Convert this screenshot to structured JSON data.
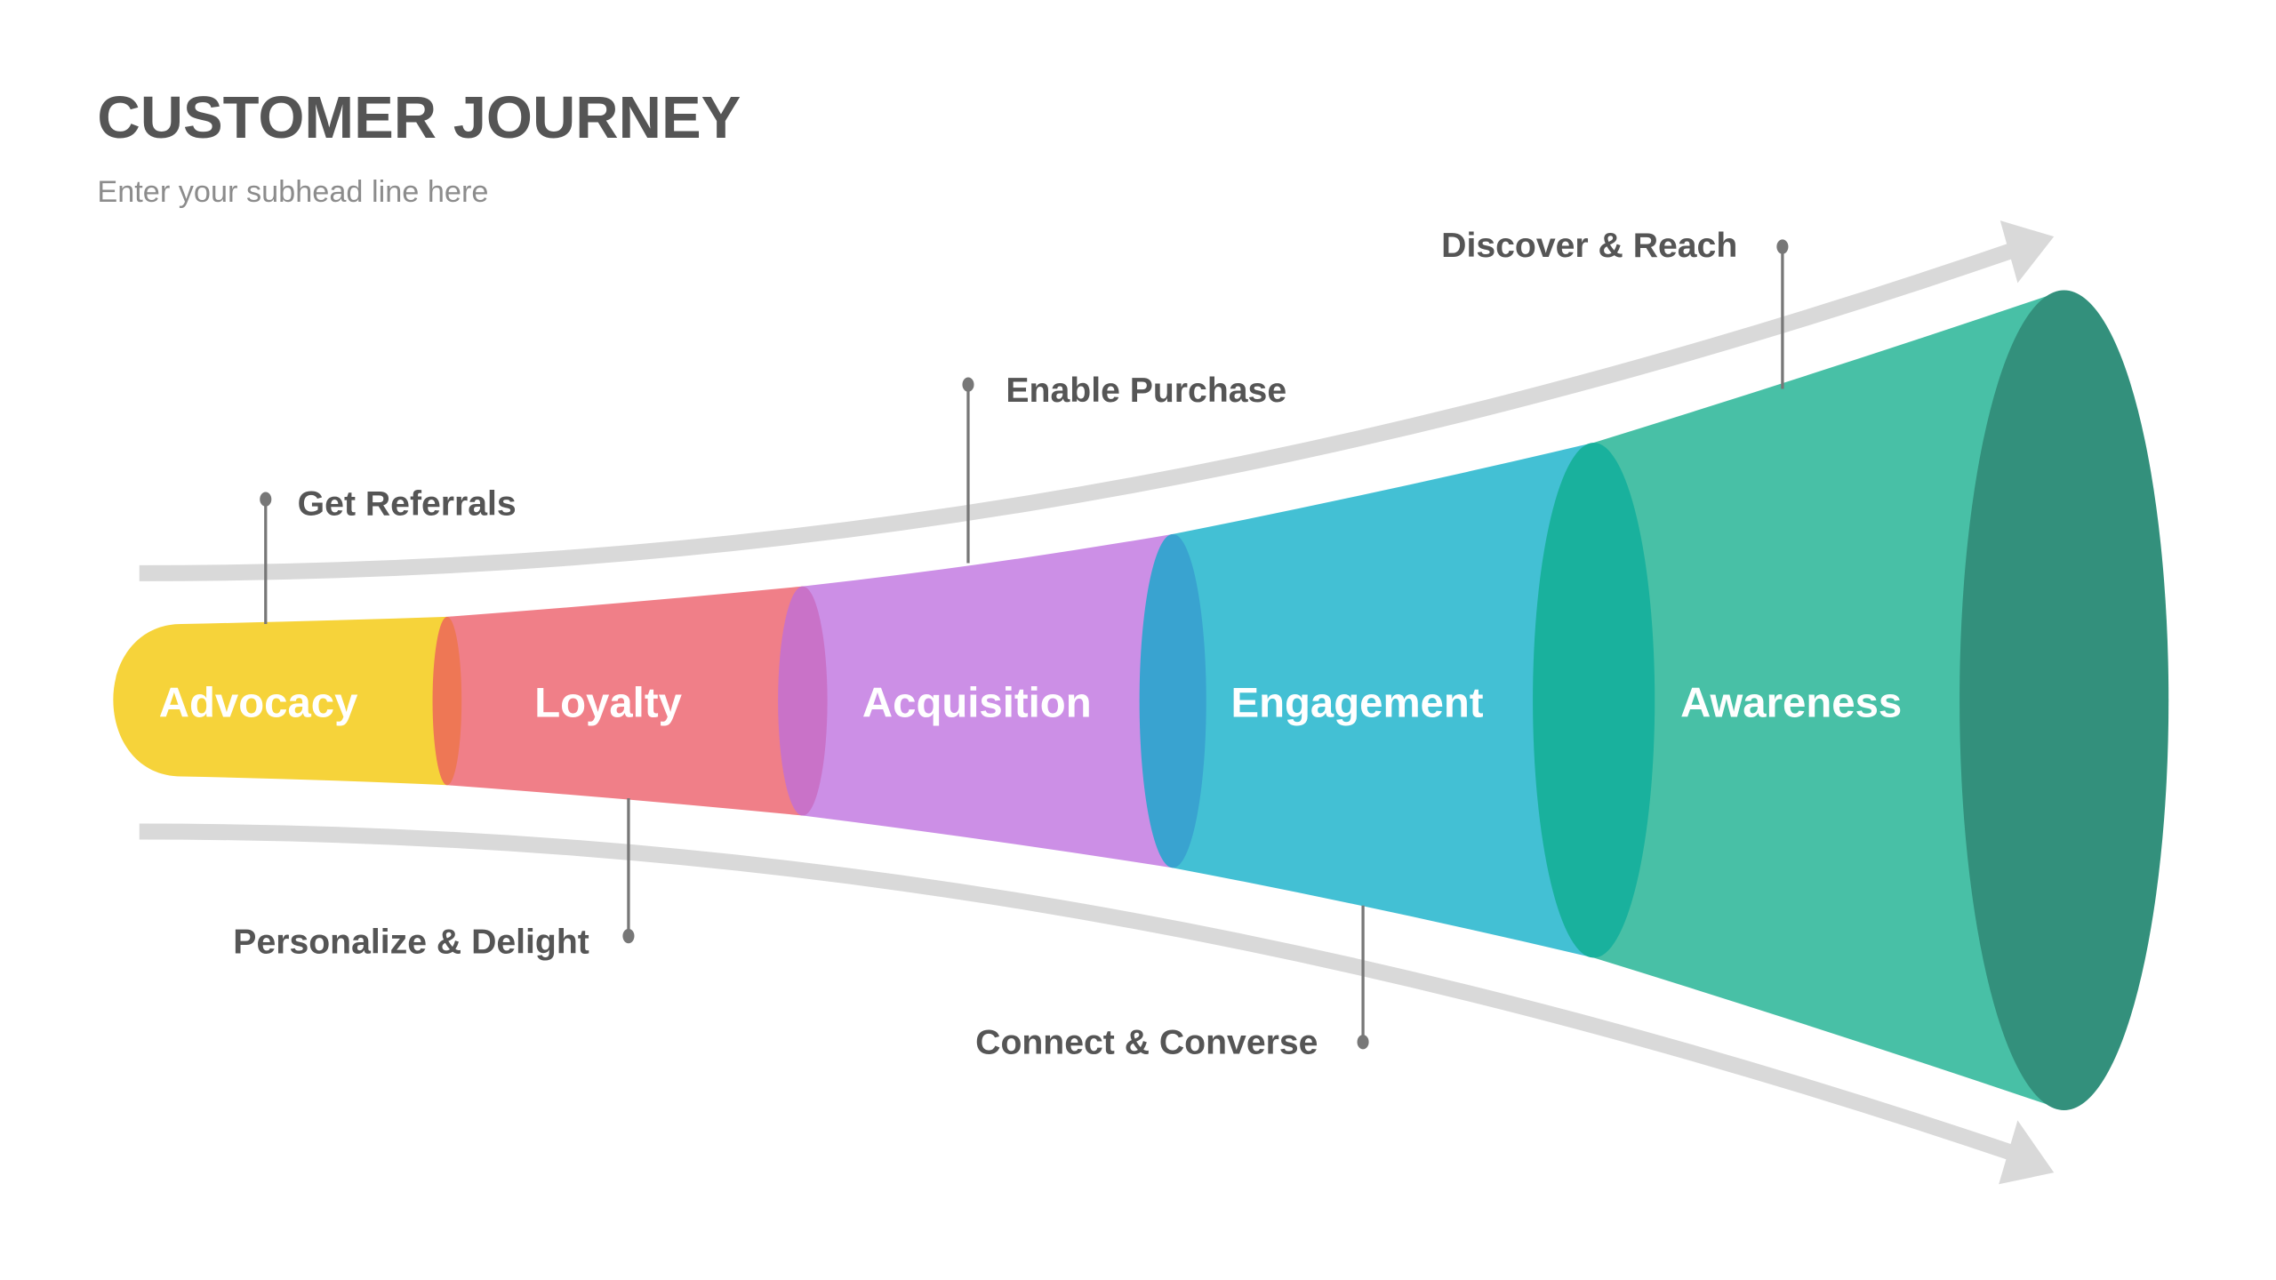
{
  "header": {
    "title": "CUSTOMER JOURNEY",
    "subtitle": "Enter your subhead line here"
  },
  "stages": [
    {
      "name": "Advocacy",
      "color": "#F6D33A",
      "rim": "#EE7755"
    },
    {
      "name": "Loyalty",
      "color": "#F07F88",
      "rim": "#C972C8"
    },
    {
      "name": "Acquisition",
      "color": "#CC8FE6",
      "rim": "#39A3D0"
    },
    {
      "name": "Engagement",
      "color": "#43C0D4",
      "rim": "#19B19D"
    },
    {
      "name": "Awareness",
      "color": "#48C0A6",
      "rim": "#33907C"
    }
  ],
  "callouts": {
    "get_referrals": "Get Referrals",
    "personalize_delight": "Personalize & Delight",
    "enable_purchase": "Enable Purchase",
    "connect_converse": "Connect & Converse",
    "discover_reach": "Discover & Reach"
  },
  "colors": {
    "arrow": "#D9D9D9",
    "leader": "#777777",
    "text_dark": "#555555"
  }
}
